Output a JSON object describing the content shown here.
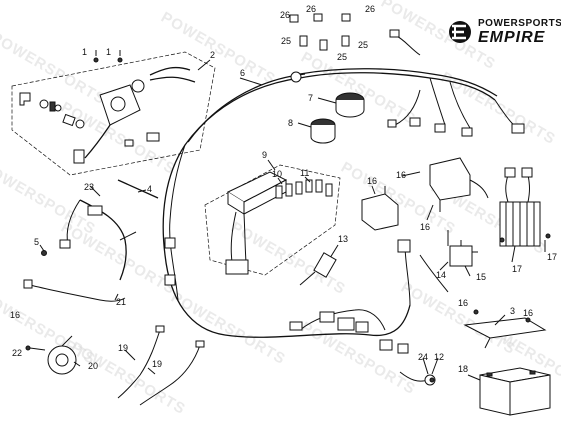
{
  "brand": {
    "name_top": "POWERSPORTS",
    "name_main": "EMPIRE",
    "logo_icon": "ee-monogram-icon"
  },
  "watermark_text": "POWERSPORTS",
  "watermark_text_short": "POWERSPORTS",
  "watermark_text_2": "EMPIRE",
  "callouts": {
    "c1a": "1",
    "c1b": "1",
    "c2": "2",
    "c3": "3",
    "c4": "4",
    "c5": "5",
    "c6": "6",
    "c7": "7",
    "c8": "8",
    "c9": "9",
    "c10": "10",
    "c11": "11",
    "c12": "12",
    "c13": "13",
    "c14": "14",
    "c15": "15",
    "c16a": "16",
    "c16b": "16",
    "c16c": "16",
    "c16d": "16",
    "c16e": "16",
    "c16f": "16",
    "c17a": "17",
    "c17b": "17",
    "c18": "18",
    "c19a": "19",
    "c19b": "19",
    "c20": "20",
    "c21": "21",
    "c22": "22",
    "c23": "23",
    "c24": "24",
    "c25a": "25",
    "c25b": "25",
    "c25c": "25",
    "c26a": "26",
    "c26b": "26",
    "c26c": "26"
  }
}
